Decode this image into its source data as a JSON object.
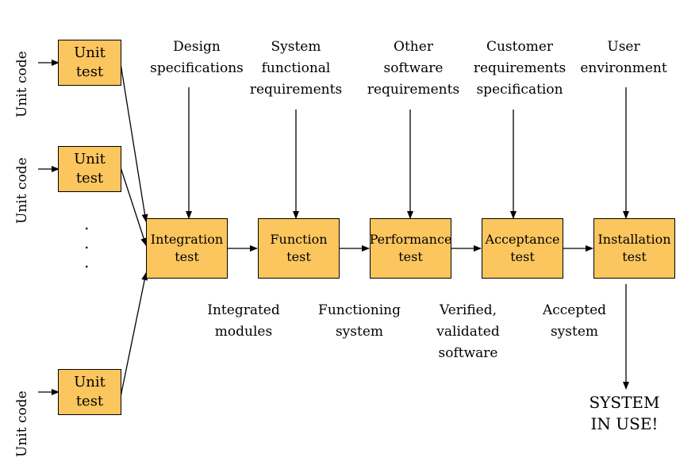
{
  "unit_tests": [
    {
      "line1": "Unit",
      "line2": "test"
    },
    {
      "line1": "Unit",
      "line2": "test"
    },
    {
      "line1": "Unit",
      "line2": "test"
    }
  ],
  "unit_code_labels": [
    "Unit code",
    "Unit code",
    "Unit code"
  ],
  "ellipsis": [
    ".",
    ".",
    "."
  ],
  "stages": [
    {
      "line1": "Integration",
      "line2": "test"
    },
    {
      "line1": "Function",
      "line2": "test"
    },
    {
      "line1": "Performance",
      "line2": "test"
    },
    {
      "line1": "Acceptance",
      "line2": "test"
    },
    {
      "line1": "Installation",
      "line2": "test"
    }
  ],
  "inputs": [
    {
      "lines": [
        "Design",
        "specifications"
      ]
    },
    {
      "lines": [
        "System",
        "functional",
        "requirements"
      ]
    },
    {
      "lines": [
        "Other",
        "software",
        "requirements"
      ]
    },
    {
      "lines": [
        "Customer",
        "requirements",
        "specification"
      ]
    },
    {
      "lines": [
        "User",
        "environment"
      ]
    }
  ],
  "outputs": [
    {
      "lines": [
        "Integrated",
        "modules"
      ]
    },
    {
      "lines": [
        "Functioning",
        "system"
      ]
    },
    {
      "lines": [
        "Verified,",
        "validated",
        "software"
      ]
    },
    {
      "lines": [
        "Accepted",
        "system"
      ]
    }
  ],
  "final": {
    "lines": [
      "SYSTEM",
      "IN USE!"
    ]
  },
  "colors": {
    "box_fill": "#fcc65e",
    "stroke": "#000000"
  }
}
